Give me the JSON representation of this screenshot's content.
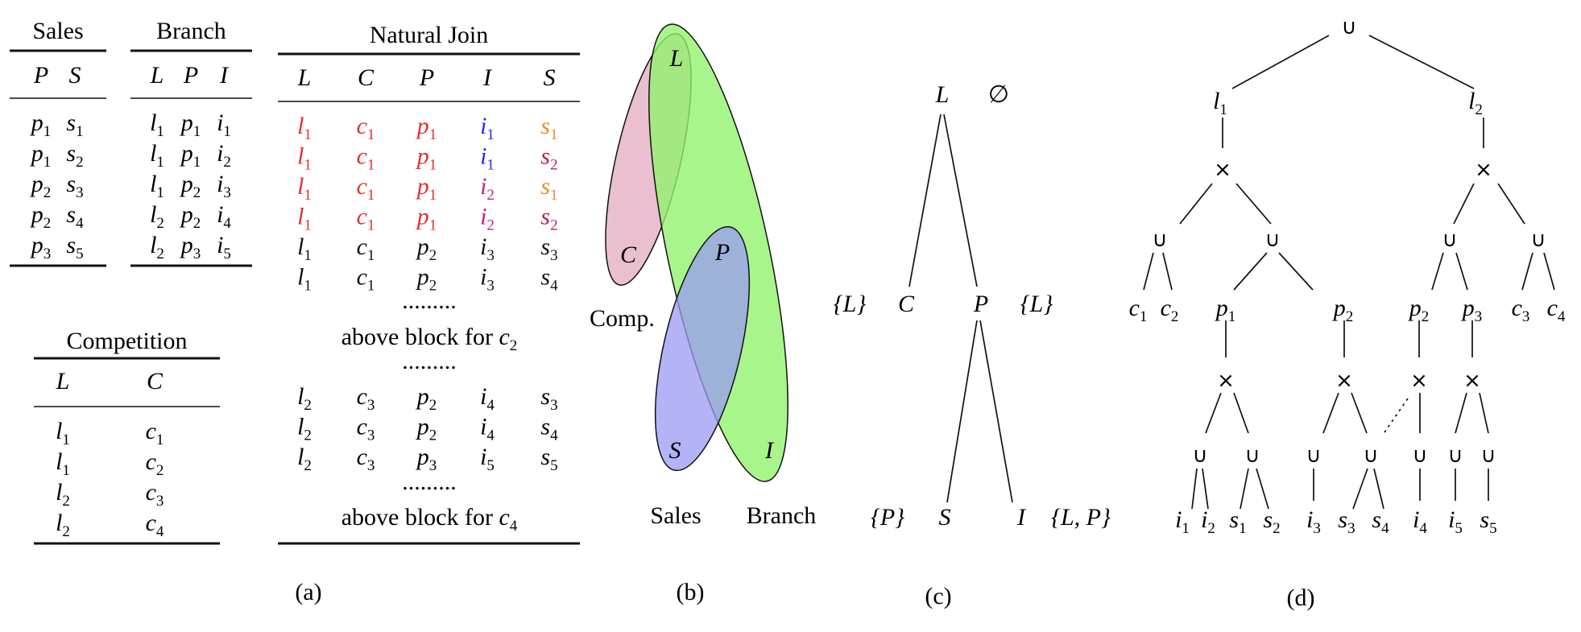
{
  "panel_a": {
    "caption": "(a)",
    "sales": {
      "title": "Sales",
      "columns": [
        "P",
        "S"
      ],
      "rows": [
        [
          "p1",
          "s1"
        ],
        [
          "p1",
          "s2"
        ],
        [
          "p2",
          "s3"
        ],
        [
          "p2",
          "s4"
        ],
        [
          "p3",
          "s5"
        ]
      ]
    },
    "branch": {
      "title": "Branch",
      "columns": [
        "L",
        "P",
        "I"
      ],
      "rows": [
        [
          "l1",
          "p1",
          "i1"
        ],
        [
          "l1",
          "p1",
          "i2"
        ],
        [
          "l1",
          "p2",
          "i3"
        ],
        [
          "l2",
          "p2",
          "i4"
        ],
        [
          "l2",
          "p3",
          "i5"
        ]
      ]
    },
    "competition": {
      "title": "Competition",
      "columns": [
        "L",
        "C"
      ],
      "rows": [
        [
          "l1",
          "c1"
        ],
        [
          "l1",
          "c2"
        ],
        [
          "l2",
          "c3"
        ],
        [
          "l2",
          "c4"
        ]
      ]
    },
    "natural_join": {
      "title": "Natural Join",
      "columns": [
        "L",
        "C",
        "P",
        "I",
        "S"
      ],
      "block1": [
        [
          "l1",
          "c1",
          "p1",
          "i1",
          "s1"
        ],
        [
          "l1",
          "c1",
          "p1",
          "i1",
          "s2"
        ],
        [
          "l1",
          "c1",
          "p1",
          "i2",
          "s1"
        ],
        [
          "l1",
          "c1",
          "p1",
          "i2",
          "s2"
        ],
        [
          "l1",
          "c1",
          "p2",
          "i3",
          "s3"
        ],
        [
          "l1",
          "c1",
          "p2",
          "i3",
          "s4"
        ]
      ],
      "block1_colors": [
        [
          "#e0322d",
          "#e0322d",
          "#e0322d",
          "#2a2ae6",
          "#ee8a2a"
        ],
        [
          "#e0322d",
          "#e0322d",
          "#e0322d",
          "#2a2ae6",
          "#b8204e"
        ],
        [
          "#e0322d",
          "#e0322d",
          "#e0322d",
          "#b8209a",
          "#ee8a2a"
        ],
        [
          "#e0322d",
          "#e0322d",
          "#e0322d",
          "#b8209a",
          "#b8204e"
        ],
        [
          "#111111",
          "#111111",
          "#111111",
          "#111111",
          "#111111"
        ],
        [
          "#111111",
          "#111111",
          "#111111",
          "#111111",
          "#111111"
        ]
      ],
      "dots": ".........",
      "note1_prefix": "above block for ",
      "note1_var": "c2",
      "block2": [
        [
          "l2",
          "c3",
          "p2",
          "i4",
          "s3"
        ],
        [
          "l2",
          "c3",
          "p2",
          "i4",
          "s4"
        ],
        [
          "l2",
          "c3",
          "p3",
          "i5",
          "s5"
        ]
      ],
      "note2_prefix": "above block for ",
      "note2_var": "c4"
    }
  },
  "panel_b": {
    "caption": "(b)",
    "nodes": [
      "L",
      "C",
      "P",
      "S",
      "I"
    ],
    "labels": {
      "comp": "Comp.",
      "sales": "Sales",
      "branch": "Branch"
    },
    "colors": {
      "comp": "#e3a9c0",
      "branch": "#8ff36a",
      "sales": "#9999f3"
    }
  },
  "panel_c": {
    "caption": "(c)",
    "root": "L",
    "root_set": "∅",
    "mid_left": "C",
    "mid_left_set": "{L}",
    "mid_right": "P",
    "mid_right_set": "{L}",
    "leaf_left": "S",
    "leaf_left_set": "{P}",
    "leaf_right": "I",
    "leaf_right_set": "{L, P}"
  },
  "panel_d": {
    "caption": "(d)",
    "union": "∪",
    "times": "×",
    "level1": [
      "l1",
      "l2"
    ],
    "level3_leaves": [
      "c1",
      "c2",
      "c3",
      "c4"
    ],
    "level3_p": [
      "p1",
      "p2",
      "p2",
      "p3"
    ],
    "leaves": [
      "i1",
      "i2",
      "s1",
      "s2",
      "i3",
      "s3",
      "s4",
      "i4",
      "i5",
      "s5"
    ],
    "dotted_edge_color": "#e0322d"
  }
}
